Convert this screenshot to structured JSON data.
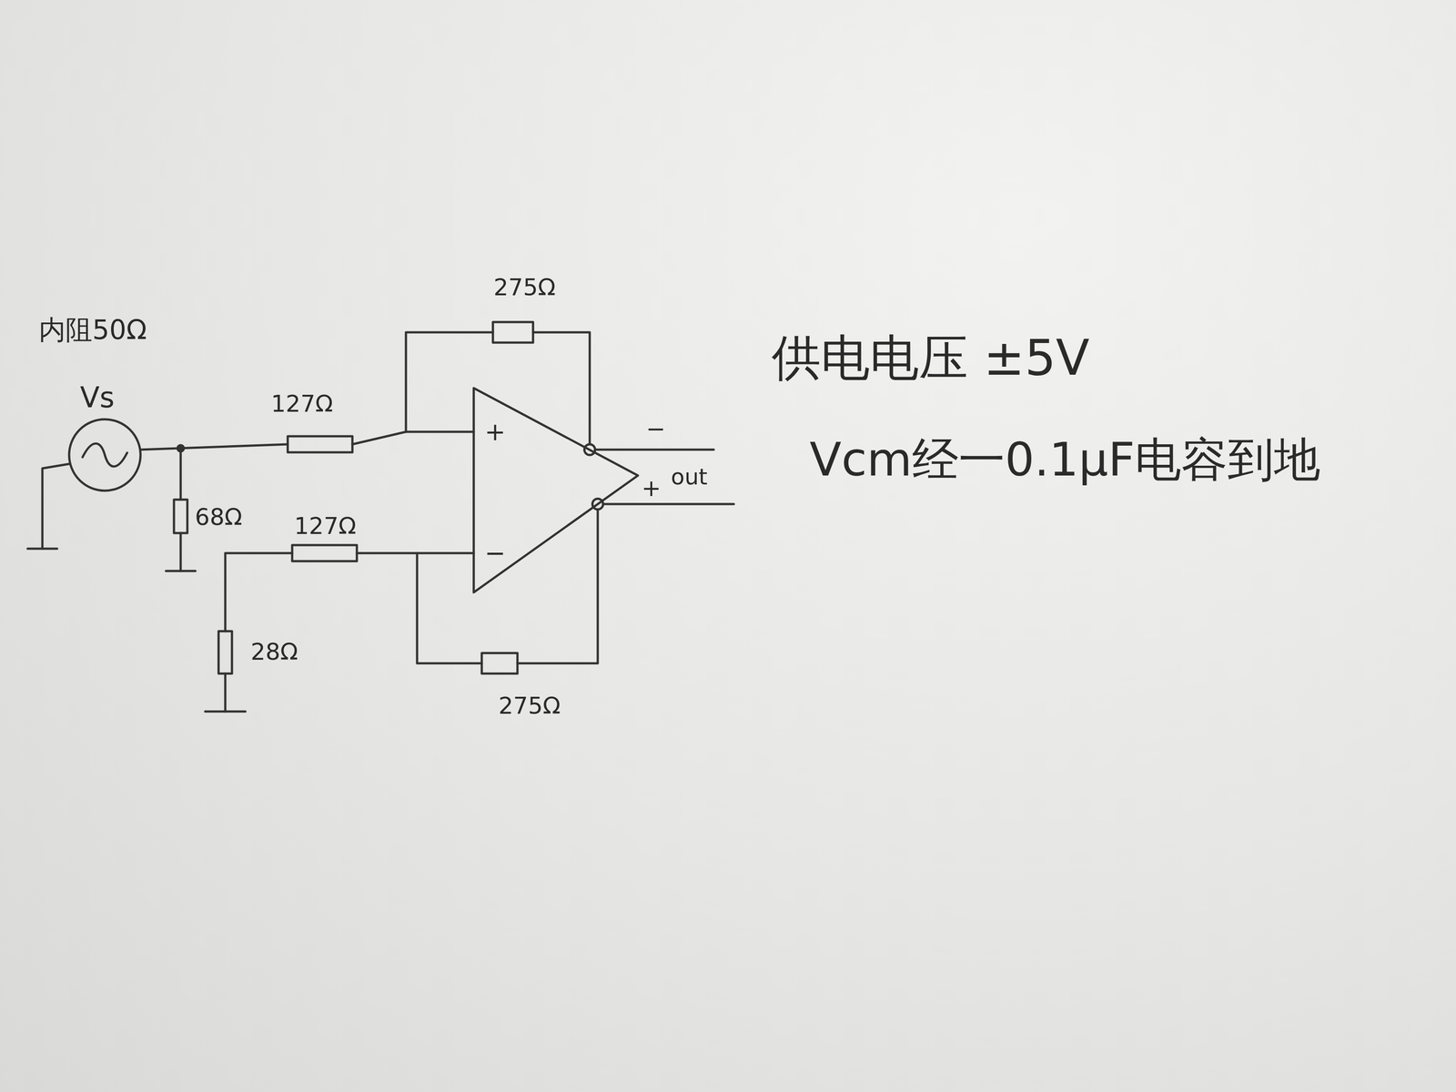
{
  "diagram": {
    "nodes": [
      {
        "text": [
          "+",
          "−"
        ]
      }
    ],
    "labels": [
      "内阻50Ω",
      "Vs",
      "127Ω",
      "68Ω",
      "275Ω",
      "127Ω",
      "28Ω",
      "275Ω",
      "−",
      "out",
      "+",
      "供电电压 ±5V",
      "Vcm经一0.1μF电容到地"
    ]
  }
}
